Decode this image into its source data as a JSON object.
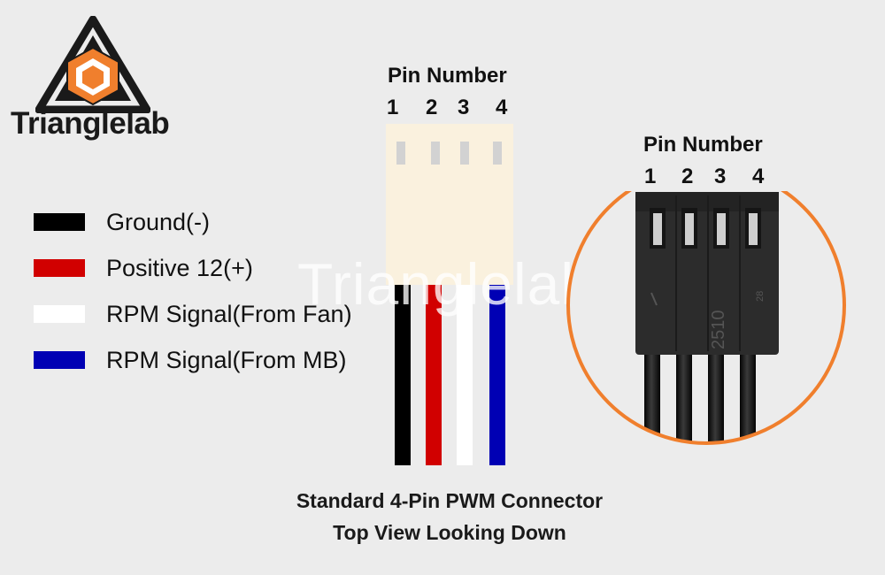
{
  "brand": {
    "name": "Trianglelab",
    "watermark": "Trianglelab"
  },
  "colors": {
    "brand_orange": "#f07f2d",
    "ground": "#000000",
    "positive": "#d10000",
    "rpm_fan": "#ffffff",
    "rpm_mb": "#0000b4",
    "connector_body": "#faf1de"
  },
  "legend": [
    {
      "label": "Ground(-)",
      "color": "#000000"
    },
    {
      "label": "Positive 12(+)",
      "color": "#d10000"
    },
    {
      "label": "RPM Signal(From Fan)",
      "color": "#ffffff"
    },
    {
      "label": "RPM Signal(From MB)",
      "color": "#0000b4"
    }
  ],
  "diagram": {
    "pin_title": "Pin Number",
    "pins": [
      "1",
      "2",
      "3",
      "4"
    ],
    "caption_line1": "Standard 4-Pin PWM Connector",
    "caption_line2": "Top View Looking Down"
  },
  "photo": {
    "pin_title": "Pin Number",
    "pins": [
      "1",
      "2",
      "3",
      "4"
    ],
    "housing_marking": "2510",
    "housing_mark2": "28"
  }
}
